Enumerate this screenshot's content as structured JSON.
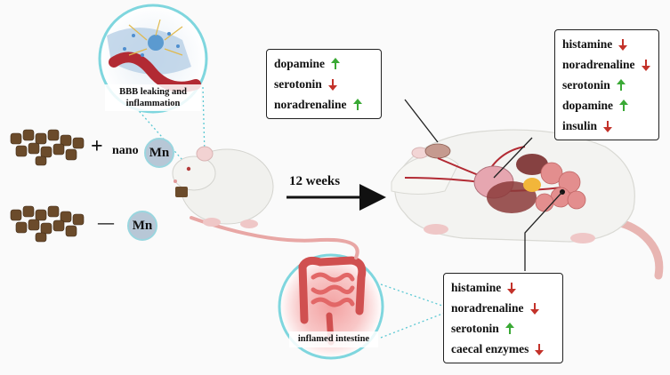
{
  "colors": {
    "up": "#3aa935",
    "down": "#c3322a",
    "ring": "#7fd6de",
    "badge": "#b7c7d6"
  },
  "icons": {
    "up": "arrow-up-icon",
    "down": "arrow-down-icon"
  },
  "brain": {
    "caption_line1": "BBB leaking and",
    "caption_line2": "inflammation",
    "items": [
      {
        "name": "dopamine",
        "dir": "up"
      },
      {
        "name": "serotonin",
        "dir": "down"
      },
      {
        "name": "noradrenaline",
        "dir": "up"
      }
    ]
  },
  "blood": {
    "items": [
      {
        "name": "histamine",
        "dir": "down"
      },
      {
        "name": "noradrenaline",
        "dir": "down"
      },
      {
        "name": "serotonin",
        "dir": "up"
      },
      {
        "name": "dopamine",
        "dir": "up"
      },
      {
        "name": "insulin",
        "dir": "down"
      }
    ]
  },
  "gut": {
    "caption": "inflamed intestine",
    "items": [
      {
        "name": "histamine",
        "dir": "down"
      },
      {
        "name": "noradrenaline",
        "dir": "down"
      },
      {
        "name": "serotonin",
        "dir": "up"
      },
      {
        "name": "caecal enzymes",
        "dir": "down"
      }
    ]
  },
  "diet": {
    "plus": "+",
    "nano": "nano",
    "mn_top": "Mn",
    "minus": "—",
    "mn_bottom": "Mn"
  },
  "duration": "12 weeks"
}
